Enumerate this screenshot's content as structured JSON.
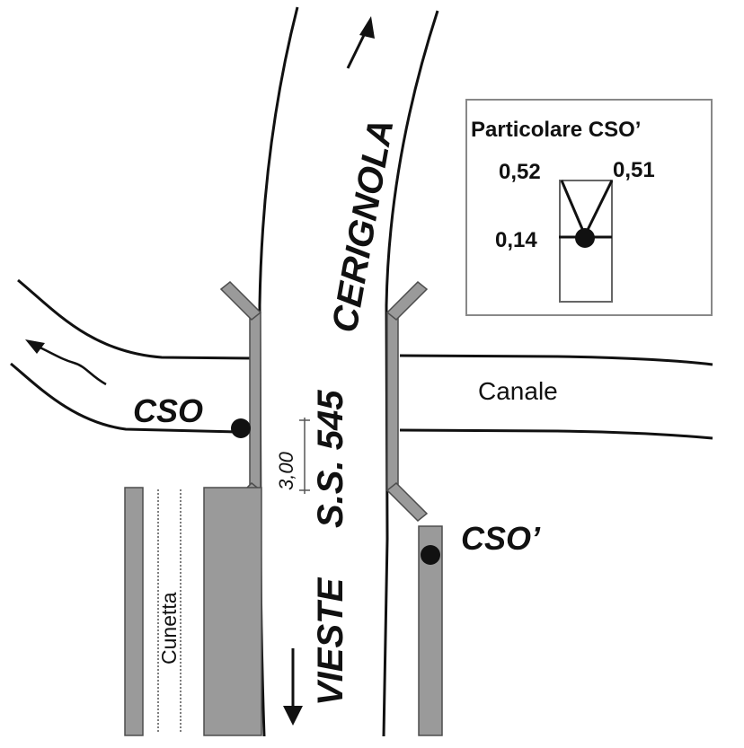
{
  "road": {
    "name_north": "CERIGNOLA",
    "name_center": "S.S. 545",
    "name_south": "VIESTE"
  },
  "channel": {
    "label": "Canale"
  },
  "ditch": {
    "label": "Cunetta"
  },
  "points": {
    "cso_label": "CSO",
    "cso_prime_label": "CSO’"
  },
  "dimension": {
    "label": "3,00"
  },
  "detail": {
    "title": "Particolare CSO’",
    "value_left": "0,52",
    "value_right": "0,51",
    "value_center": "0,14"
  },
  "colors": {
    "line": "#111111",
    "bridge_wall": "#9a9a9a",
    "wall_stroke": "#4d4d4d",
    "background": "#ffffff"
  }
}
